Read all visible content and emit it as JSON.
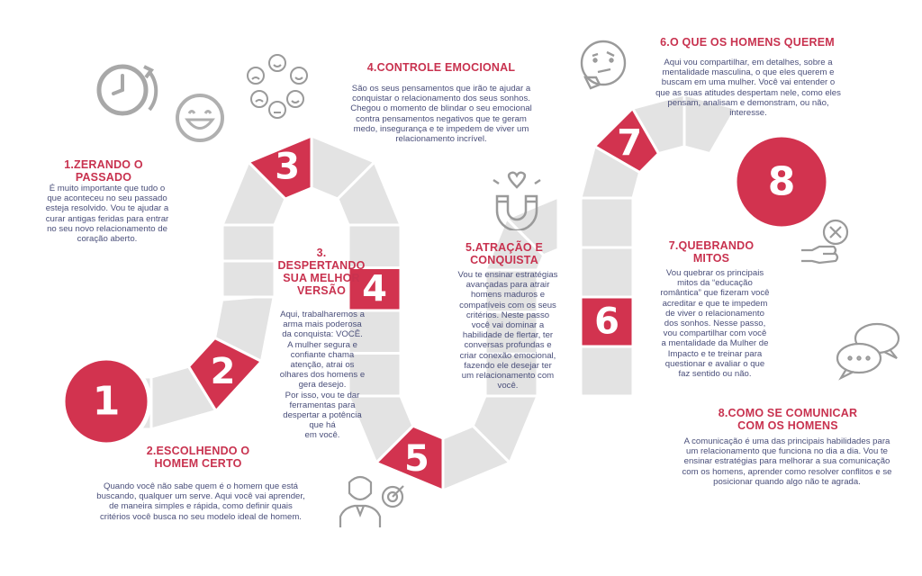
{
  "colors": {
    "accent": "#d2334f",
    "segment": "#e3e3e3",
    "segment_edge": "#ffffff",
    "title": "#c8324f",
    "body": "#4a4f7a",
    "icon": "#9a9a9a"
  },
  "steps": [
    {
      "number": "1",
      "title": "1.ZERANDO O\nPASSADO",
      "text": "É muito importante que tudo o\nque aconteceu no seu passado\nesteja resolvido. Vou te ajudar a\ncurar antigas feridas para entrar\nno seu novo relacionamento de\ncoração aberto."
    },
    {
      "number": "2",
      "title": "2.ESCOLHENDO O\nHOMEM CERTO",
      "text": "Quando você não sabe quem é o homem que está\nbuscando, qualquer um serve. Aqui você vai aprender,\nde maneira simples e rápida, como definir quais\ncritérios você busca no seu modelo ideal de homem."
    },
    {
      "number": "3",
      "title": "3.\nDESPERTANDO\nSUA MELHOR\nVERSÃO",
      "text": "Aqui, trabalharemos a\narma mais poderosa\nda conquista: VOCÊ.\nA mulher segura e\nconfiante chama\natenção, atrai os\nolhares dos homens e\ngera desejo.\nPor isso, vou te dar\nferramentas para\ndespertar a potência\nque há\nem você."
    },
    {
      "number": "4",
      "title": "4.CONTROLE EMOCIONAL",
      "text": "São os seus pensamentos que irão te ajudar a\nconquistar o relacionamento dos seus sonhos.\nChegou o momento de blindar o seu emocional\ncontra pensamentos negativos que te geram\nmedo, insegurança e te impedem de viver um\nrelacionamento incrível."
    },
    {
      "number": "5",
      "title": "5.ATRAÇÃO E\nCONQUISTA",
      "text": "Vou te ensinar estratégias\navançadas para atrair\nhomens maduros e\ncompatíveis com os seus\ncritérios. Neste passo\nvocê vai dominar a\nhabilidade de flertar, ter\nconversas profundas e\ncriar conexão emocional,\nfazendo ele desejar ter\num relacionamento com\nvocê."
    },
    {
      "number": "6",
      "title": "7.QUEBRANDO\nMITOS",
      "text": "Vou quebrar os principais\nmitos da “educação\nromântica” que fizeram você\nacreditar e que te impedem\nde viver o relacionamento\ndos sonhos. Nesse passo,\nvou compartilhar com você\na mentalidade da Mulher de\nImpacto e te treinar para\nquestionar e avaliar o que\nfaz sentido ou não."
    },
    {
      "number": "7",
      "title": "6.O QUE OS HOMENS QUEREM",
      "text": "Aqui vou compartilhar, em detalhes, sobre a\nmentalidade masculina, o que eles querem e\nbuscam em uma mulher. Você vai entender o\nque as suas atitudes despertam nele, como eles\npensam, analisam e demonstram, ou não,\ninteresse."
    },
    {
      "number": "8",
      "title": "8.COMO SE COMUNICAR\nCOM OS HOMENS",
      "text": "A comunicação é uma das principais habilidades para\num relacionamento que funciona no dia a dia. Vou te\nensinar estratégias para melhorar a sua comunicação\ncom os homens, aprender como resolver conflitos e se\nposicionar quando algo não te agrada."
    }
  ],
  "icons": [
    "clock-icon",
    "smiley-icon",
    "emotions-icon",
    "magnet-heart-icon",
    "man-target-icon",
    "thinking-face-icon",
    "cross-hand-icon",
    "chat-bubbles-icon"
  ]
}
